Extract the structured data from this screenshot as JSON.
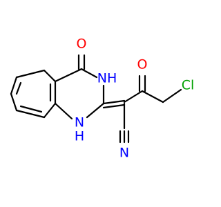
{
  "molecule": {
    "atoms": {
      "o_carbonyl_ring": {
        "label": "O",
        "color": "#ff0000"
      },
      "nh_upper": {
        "label": "NH",
        "color": "#0000ff"
      },
      "nh_lower": {
        "label": "N",
        "color": "#0000ff"
      },
      "h_lower": {
        "label": "H",
        "color": "#0000ff"
      },
      "o_ketone": {
        "label": "O",
        "color": "#ff0000"
      },
      "cl": {
        "label": "Cl",
        "color": "#00a000"
      },
      "n_nitrile": {
        "label": "N",
        "color": "#0000ff"
      }
    },
    "colors": {
      "bond": "#000000",
      "oxygen": "#ff0000",
      "nitrogen": "#0000ff",
      "chlorine": "#00a000"
    }
  }
}
